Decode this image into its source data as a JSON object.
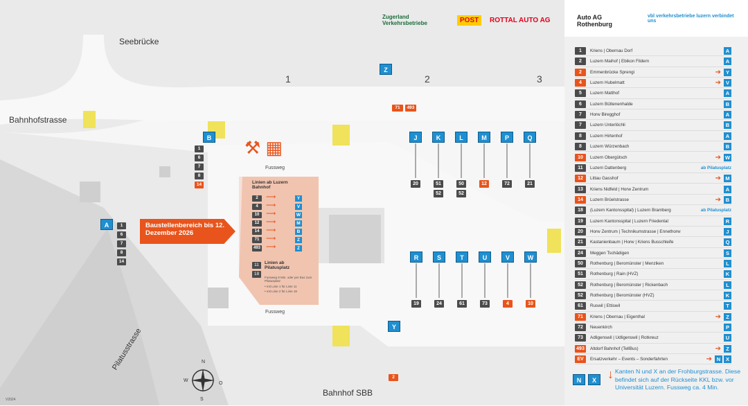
{
  "logos": [
    "Zugerland Verkehrsbetriebe",
    "POST",
    "ROTTAL AUTO AG",
    "Auto AG Rothenburg",
    "vbl verkehrsbetriebe luzern verbindet uns"
  ],
  "streets": {
    "seebruecke": "Seebrücke",
    "bahnhofstrasse": "Bahnhofstrasse",
    "pilatusstrasse": "Pilatusstrasse",
    "bahnhof": "Bahnhof SBB",
    "fussweg_top": "Fussweg",
    "fussweg_bottom": "Fussweg",
    "version": "V2024"
  },
  "piers": [
    "1",
    "2",
    "3"
  ],
  "construction": {
    "title": "Baustellenbereich bis 12. Dezember 2026",
    "section1": "Linien ab Luzern Bahnhof",
    "lines1": [
      [
        "2",
        "Y"
      ],
      [
        "4",
        "V"
      ],
      [
        "10",
        "W"
      ],
      [
        "12",
        "M"
      ],
      [
        "14",
        "B"
      ],
      [
        "71",
        "Z"
      ],
      [
        "493",
        "Z"
      ]
    ],
    "section2": "Linien ab Pilatusplatz",
    "lines2": [
      "11",
      "18"
    ],
    "note1": "Fussweg 9 Min. oder per Bus zum Pilatusplatz",
    "note2": "• mit Linie 1 für Linie 11",
    "note3": "• mit Linie 2 für Linie 18"
  },
  "compass": {
    "n": "N",
    "s": "S",
    "w": "W",
    "o": "O"
  },
  "routes": [
    {
      "n": "1",
      "dest": "Kriens | Obernau Dorf",
      "k": "A"
    },
    {
      "n": "2",
      "dest": "Luzern Maihof | Ebikon Fildern",
      "k": "A"
    },
    {
      "n": "2",
      "dest": "Emmenbrücke Sprengi",
      "k": "Y",
      "o": 1
    },
    {
      "n": "4",
      "dest": "Luzern Hubelmatt",
      "k": "V",
      "o": 1
    },
    {
      "n": "5",
      "dest": "Luzern Matthof",
      "k": "A"
    },
    {
      "n": "6",
      "dest": "Luzern Büttenenhalde",
      "k": "B"
    },
    {
      "n": "7",
      "dest": "Horw Biregghof",
      "k": "A"
    },
    {
      "n": "7",
      "dest": "Luzern Unterlöchli",
      "k": "B"
    },
    {
      "n": "8",
      "dest": "Luzern Hirtenhof",
      "k": "A"
    },
    {
      "n": "8",
      "dest": "Luzern Würzenbach",
      "k": "B"
    },
    {
      "n": "10",
      "dest": "Luzern Obergütsch",
      "k": "W",
      "o": 1
    },
    {
      "n": "11",
      "dest": "Luzern Dattenberg",
      "note": "ab Pilatusplatz"
    },
    {
      "n": "12",
      "dest": "Littau Gasshof",
      "k": "M",
      "o": 1
    },
    {
      "n": "13",
      "dest": "Kriens Nidfeld | Horw Zentrum",
      "k": "A"
    },
    {
      "n": "14",
      "dest": "Luzern Brüelstrasse",
      "k": "B",
      "o": 1
    },
    {
      "n": "18",
      "dest": "(Luzern Kantonsspital) | Luzern Bramberg",
      "note": "ab Pilatusplatz"
    },
    {
      "n": "19",
      "dest": "Luzern Kantonsspital | Luzern Friedental",
      "k": "R"
    },
    {
      "n": "20",
      "dest": "Horw Zentrum | Technikumstrasse | Ennethorw",
      "k": "J"
    },
    {
      "n": "21",
      "dest": "Kastanienbaum | Horw | Kriens Busschleife",
      "k": "Q"
    },
    {
      "n": "24",
      "dest": "Meggen Tschädigen",
      "k": "S"
    },
    {
      "n": "50",
      "dest": "Rothenburg | Beromünster | Menziken",
      "k": "L"
    },
    {
      "n": "51",
      "dest": "Rothenburg | Rain (HVZ)",
      "k": "K"
    },
    {
      "n": "52",
      "dest": "Rothenburg | Beromünster | Rickenbach",
      "k": "L"
    },
    {
      "n": "52",
      "dest": "Rothenburg | Beromünster (HVZ)",
      "k": "K"
    },
    {
      "n": "61",
      "dest": "Ruswil | Ettiswil",
      "k": "T"
    },
    {
      "n": "71",
      "dest": "Kriens | Obernau | Eigenthal",
      "k": "Z",
      "o": 1
    },
    {
      "n": "72",
      "dest": "Neuenkirch",
      "k": "P"
    },
    {
      "n": "73",
      "dest": "Adligenswil | Udligenswil | Rotkreuz",
      "k": "U"
    },
    {
      "n": "493",
      "dest": "Altdorf Bahnhof (TellBus)",
      "k": "Z",
      "o": 1
    },
    {
      "n": "EV",
      "dest": "Ersatzverkehr – Events – Sonderfahrten",
      "k": "N X",
      "o": 1
    }
  ],
  "footer": {
    "text": "Kanten N und X an der Frohburgstrasse. Diese befindet sich auf der Rückseite KKL bzw. vor Universität Luzern. Fussweg ca. 4 Min."
  },
  "stops": {
    "B": [
      "1",
      "6",
      "7",
      "8",
      "14"
    ],
    "A": [
      "1",
      "6",
      "7",
      "8",
      "14"
    ],
    "Z": [
      "71",
      "493"
    ]
  },
  "row_top": {
    "J": [
      "20"
    ],
    "K": [
      "51",
      "52"
    ],
    "L": [
      "50",
      "52"
    ],
    "M": [
      "12"
    ],
    "P": [
      "72"
    ],
    "Q": [
      "21"
    ]
  },
  "row_bottom": {
    "R": [
      "19"
    ],
    "S": [
      "24"
    ],
    "T": [
      "61"
    ],
    "U": [
      "73"
    ],
    "V": [
      "4"
    ],
    "W": [
      "10"
    ]
  },
  "y_stop": [
    "2"
  ]
}
